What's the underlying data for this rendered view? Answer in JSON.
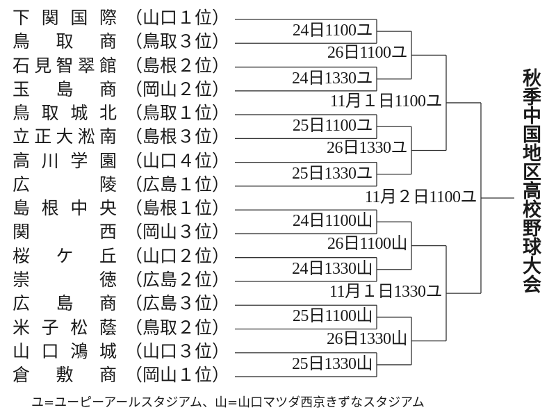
{
  "title": "秋季中国地区高校野球大会",
  "teams": [
    {
      "name": "下関国際",
      "pref": "（山口１位）"
    },
    {
      "name": "鳥取商",
      "pref": "（鳥取３位）"
    },
    {
      "name": "石見智翠館",
      "pref": "（島根２位）"
    },
    {
      "name": "玉島商",
      "pref": "（岡山２位）"
    },
    {
      "name": "鳥取城北",
      "pref": "（鳥取１位）"
    },
    {
      "name": "立正大淞南",
      "pref": "（島根３位）"
    },
    {
      "name": "高川学園",
      "pref": "（山口４位）"
    },
    {
      "name": "広陵",
      "pref": "（広島１位）"
    },
    {
      "name": "島根中央",
      "pref": "（島根１位）"
    },
    {
      "name": "関西",
      "pref": "（岡山３位）"
    },
    {
      "name": "桜ケ丘",
      "pref": "（山口２位）"
    },
    {
      "name": "崇徳",
      "pref": "（広島２位）"
    },
    {
      "name": "広島商",
      "pref": "（広島３位）"
    },
    {
      "name": "米子松蔭",
      "pref": "（鳥取２位）"
    },
    {
      "name": "山口鴻城",
      "pref": "（山口３位）"
    },
    {
      "name": "倉敷商",
      "pref": "（岡山１位）"
    }
  ],
  "round1": [
    "24日1100ユ",
    "24日1330ユ",
    "25日1100ユ",
    "25日1330ユ",
    "24日1100山",
    "24日1330山",
    "25日1100山",
    "25日1330山"
  ],
  "round2": [
    "26日1100ユ",
    "26日1330ユ",
    "26日1100山",
    "26日1330山"
  ],
  "semifinal": [
    "11月１日1100ユ",
    "11月１日1330ユ"
  ],
  "final": "11月２日1100ユ",
  "legend": "ユ=ユーピーアールスタジアム、山=山口マツダ西京きずなスタジアム",
  "line_color": "#333333"
}
